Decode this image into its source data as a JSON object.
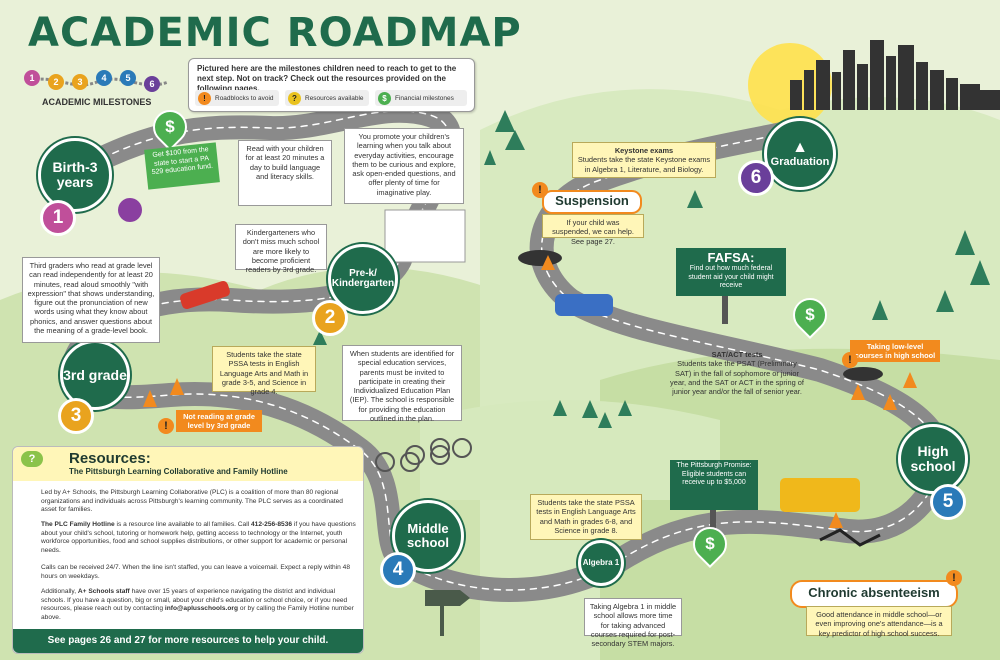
{
  "page": {
    "title": "ACADEMIC ROADMAP",
    "intro": "Pictured here are the milestones children need to reach to get to the next step. Not on track? Check out the resources provided on the following pages."
  },
  "colors": {
    "primary_green": "#1f6b4c",
    "warning_orange": "#f28a1e",
    "money_green": "#4caf50",
    "resource_yellow": "#fff6b8",
    "resource_blue": "#2a7ab8"
  },
  "milestones_legend": {
    "label": "ACADEMIC MILESTONES",
    "numbers": [
      "1",
      "2",
      "3",
      "4",
      "5",
      "6"
    ],
    "colors": [
      "#c04f9a",
      "#e9a31e",
      "#e9a31e",
      "#2a7ab8",
      "#2a7ab8",
      "#6a3f9a"
    ]
  },
  "icon_legend": [
    {
      "icon": "warning-icon",
      "label": "Roadblocks to avoid"
    },
    {
      "icon": "question-icon",
      "label": "Resources available"
    },
    {
      "icon": "dollar-icon",
      "label": "Financial milestones"
    }
  ],
  "stages": [
    {
      "label": "Birth-3 years",
      "number": "1"
    },
    {
      "label": "Pre-k/ Kindergarten",
      "number": "2"
    },
    {
      "label": "3rd grade",
      "number": "3"
    },
    {
      "label": "Middle school",
      "number": "4"
    },
    {
      "label": "High school",
      "number": "5"
    },
    {
      "label": "Graduation",
      "number": "6"
    }
  ],
  "notes": {
    "pa529": "Get $100 from the state to start a PA 529 education fund.",
    "read_20": "Read with your children for at least 20 minutes a day to build language and literacy skills.",
    "promote": "You promote your children's learning when you talk about everyday activities, encourage them to be curious and explore, ask open-ended questions, and offer plenty of time for imaginative play.",
    "kindergarten": "Kindergarteners who don't miss much school are more likely to become proficient readers by 3rd grade.",
    "third_readers": "Third graders who read at grade level can read independently for at least 20 minutes, read aloud smoothly \"with expression\" that shows understanding, figure out the pronunciation of new words using what they know about phonics, and answer questions about the meaning of a grade-level book.",
    "pssa_elem": "Students take the state PSSA tests in English Language Arts and Math in grade 3-5, and Science in grade 4.",
    "iep": "When students are identified for special education services, parents must be invited to participate in creating their Individualized Education Plan (IEP). The school is responsible for providing the education outlined in the plan.",
    "pssa_middle": "Students take the state PSSA tests in English Language Arts and Math in grades 6-8, and Science in grade 8.",
    "algebra_badge": "Algebra 1",
    "algebra": "Taking Algebra 1 in middle school allows more time for taking advanced courses required for post-secondary STEM majors.",
    "keystone_title": "Keystone exams",
    "keystone": "Students take the state Keystone exams in Algebra 1, Literature, and Biology.",
    "fafsa_title": "FAFSA:",
    "fafsa": "Find out how much federal student aid your child might receive",
    "sat_title": "SAT/ACT tests",
    "sat": "Students take the PSAT (Preliminary SAT) in the fall of sophomore or junior year, and the SAT or ACT in the spring of junior year and/or the fall of senior year.",
    "promise_title": "The Pittsburgh Promise:",
    "promise": "Eligible students can receive up to $5,000",
    "suspension_title": "Suspension",
    "suspension": "If your child was suspended, we can help. See page 27.",
    "not_reading": "Not reading at grade level by 3rd grade",
    "low_level": "Taking low-level courses in high school",
    "chronic_title": "Chronic absenteeism",
    "chronic": "Good attendance in middle school—or even improving one's attendance—is a key predictor of high school success."
  },
  "resources": {
    "heading": "Resources:",
    "subheading": "The Pittsburgh Learning Collaborative and Family Hotline",
    "p1": "Led by A+ Schools, the Pittsburgh Learning Collaborative (PLC) is a coalition of more than 80 regional organizations and individuals across Pittsburgh's learning community. The PLC serves as a coordinated asset for families.",
    "p2_lead": "The PLC Family Hotline",
    "p2_a": " is a resource line available to all families. Call ",
    "p2_phone": "412-256-8536",
    "p2_b": " if you have questions about your child's school, tutoring or homework help, getting access to technology or the Internet, youth workforce opportunities, food and school supplies distributions, or other support for academic or personal needs.",
    "p3": "Calls can be received 24/7. When the line isn't staffed, you can leave a voicemail. Expect a reply within 48 hours on weekdays.",
    "p4_a": "Additionally, ",
    "p4_lead": "A+ Schools staff",
    "p4_b": " have over 15 years of experience navigating the district and individual schools. If you have a question, big or small, about your child's education or school choice, or if you need resources, please reach out by contacting ",
    "p4_email": "info@aplusschools.org",
    "p4_c": " or by calling the Family Hotline number above.",
    "footer": "See pages 26 and 27 for more resources to help your child."
  }
}
